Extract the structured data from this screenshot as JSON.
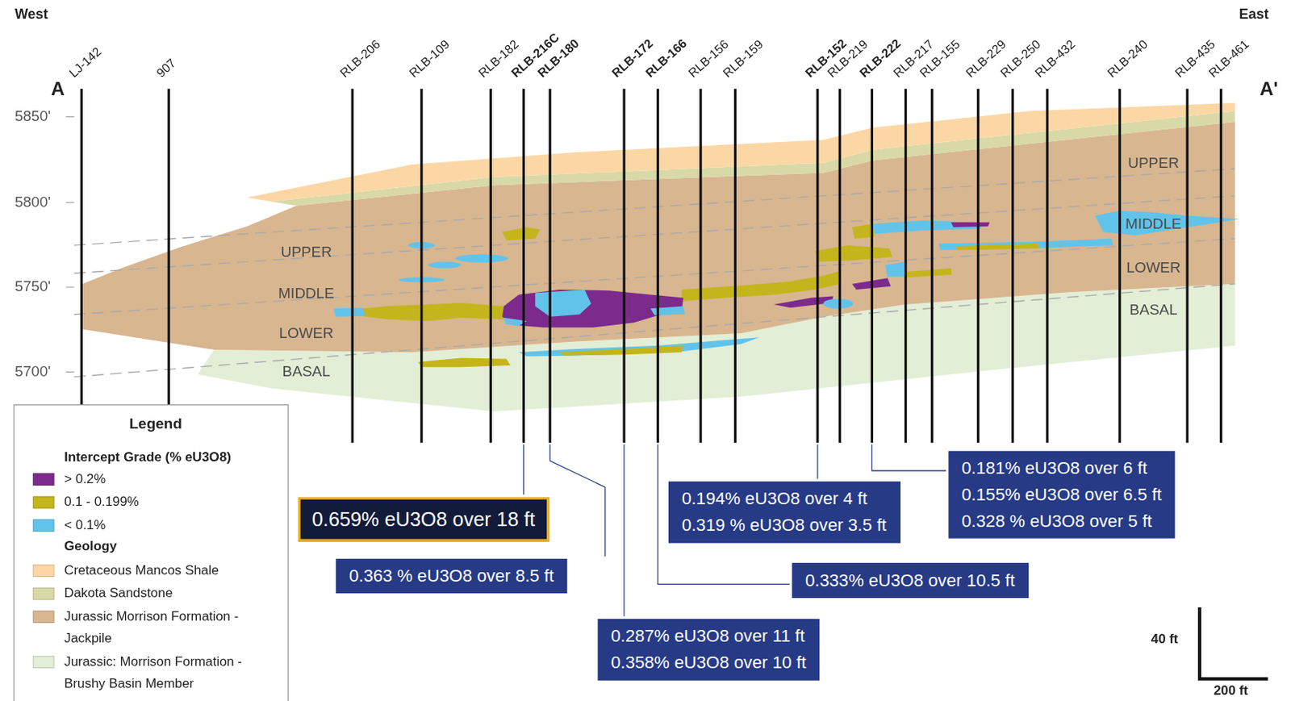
{
  "diagram": {
    "nodes": [
      {
        "text": [
          "0.659% eU3O8 over 18 ft"
        ]
      },
      {
        "text": [
          "0.363 % eU3O8 over 8.5 ft"
        ]
      },
      {
        "text": [
          "0.287% eU3O8 over 11 ft",
          "0.358% eU3O8 over 10 ft"
        ]
      },
      {
        "text": [
          "0.333% eU3O8 over 10.5 ft"
        ]
      },
      {
        "text": [
          "0.194% eU3O8 over 4 ft",
          "0.319 % eU3O8 over 3.5 ft"
        ]
      },
      {
        "text": [
          "0.181% eU3O8 over 6 ft",
          "0.155% eU3O8 over 6.5 ft",
          "0.328 % eU3O8 over 5 ft"
        ]
      }
    ],
    "labels": [
      "West",
      "East",
      "A",
      "A'",
      "LJ-142",
      "907",
      "RLB-206",
      "RLB-109",
      "RLB-182",
      "RLB-216C",
      "RLB-180",
      "RLB-172",
      "RLB-166",
      "RLB-156",
      "RLB-159",
      "RLB-152",
      "RLB-219",
      "RLB-222",
      "RLB-217",
      "RLB-155",
      "RLB-229",
      "RLB-250",
      "RLB-432",
      "RLB-240",
      "RLB-435",
      "RLB-461",
      "5850'",
      "5800'",
      "5750'",
      "5700'",
      "UPPER",
      "MIDDLE",
      "LOWER",
      "BASAL",
      "UPPER",
      "MIDDLE",
      "LOWER",
      "BASAL",
      "Legend",
      "Intercept Grade (% eU3O8)",
      "Geology",
      "40 ft",
      "200 ft"
    ],
    "legend": [
      {
        "text": "> 0.2%",
        "color": "#7c2a8c"
      },
      {
        "text": "0.1 - 0.199%",
        "color": "#c4b51c"
      },
      {
        "text": "< 0.1%",
        "color": "#62c3ea"
      },
      {
        "text": "Cretaceous Mancos Shale",
        "color": "#fcd7a6"
      },
      {
        "text": "Dakota Sandstone",
        "color": "#d8d9a7"
      },
      {
        "text": "Jurassic Morrison Formation - Jackpile",
        "color": "#d8b690"
      },
      {
        "text": "Jurassic: Morrison Formation - Brushy Basin Member",
        "color": "#e2eed5"
      }
    ]
  }
}
